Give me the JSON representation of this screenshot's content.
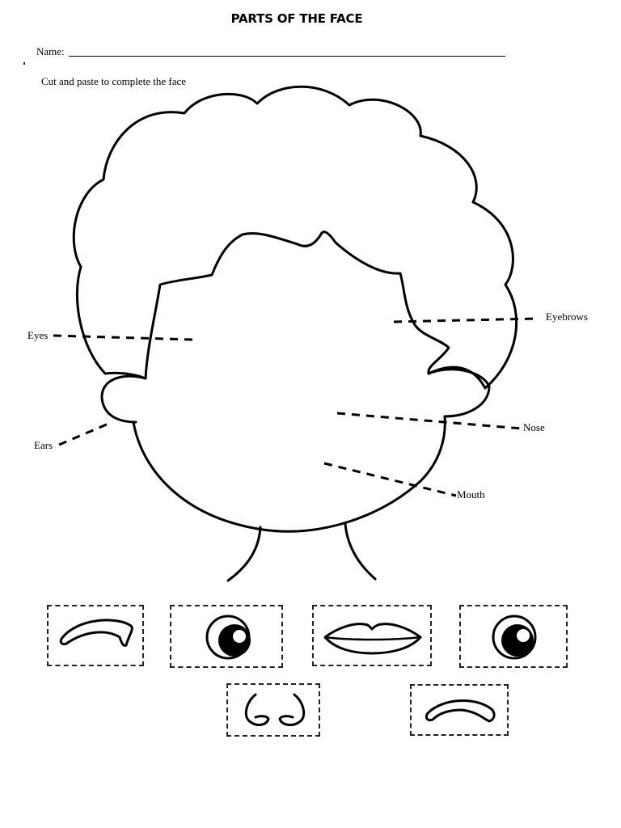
{
  "title": "PARTS OF THE FACE",
  "name_label": "Name:",
  "instruction": "Cut and paste to complete the face",
  "labels": {
    "eyes": "Eyes",
    "eyebrows": "Eyebrows",
    "ears": "Ears",
    "nose": "Nose",
    "mouth": "Mouth"
  },
  "cutouts": [
    "eyebrow",
    "eye",
    "lips",
    "eye",
    "nose",
    "eyebrow"
  ]
}
